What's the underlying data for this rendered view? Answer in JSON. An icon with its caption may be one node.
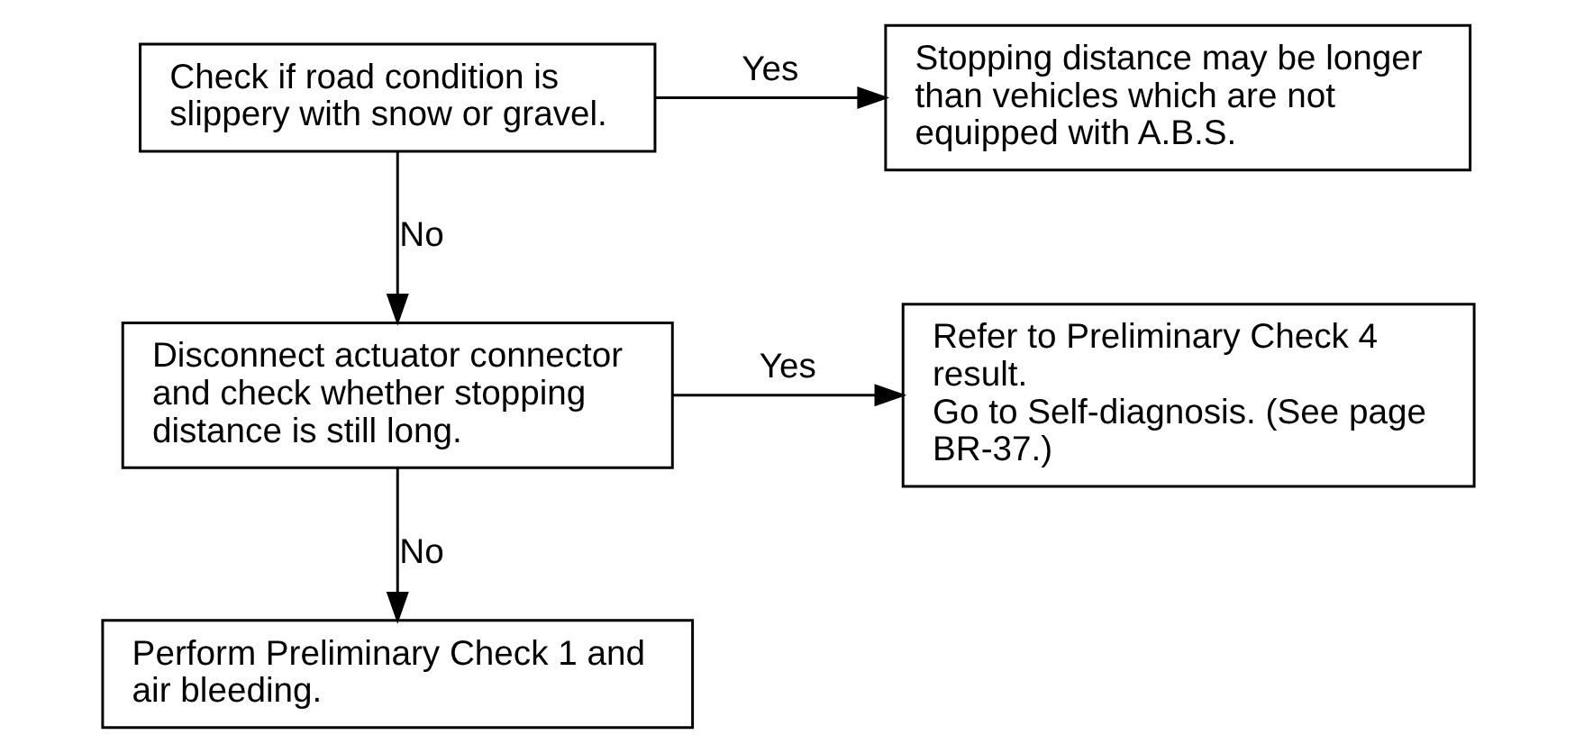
{
  "diagram": {
    "nodes": [
      {
        "text": [
          "Check if road condition is slippery with snow or gravel."
        ]
      },
      {
        "text": [
          "Stopping distance may be longer than vehicles which are not equipped with A.B.S."
        ]
      },
      {
        "text": [
          "Disconnect actuator connector and check whether stopping distance is still long."
        ]
      },
      {
        "text": [
          "Refer to Preliminary Check 4 result.",
          "Go to Self-diagnosis. (See page BR-37.)"
        ]
      },
      {
        "text": [
          "Perform Preliminary Check 1 and air bleeding."
        ]
      }
    ],
    "edges": [
      {
        "from": 0,
        "to": 1,
        "arrow": "to",
        "label": "Yes"
      },
      {
        "from": 0,
        "to": 2,
        "arrow": "to",
        "label": "No"
      },
      {
        "from": 2,
        "to": 3,
        "arrow": "to",
        "label": "Yes"
      },
      {
        "from": 2,
        "to": 4,
        "arrow": "to",
        "label": "No"
      }
    ]
  }
}
